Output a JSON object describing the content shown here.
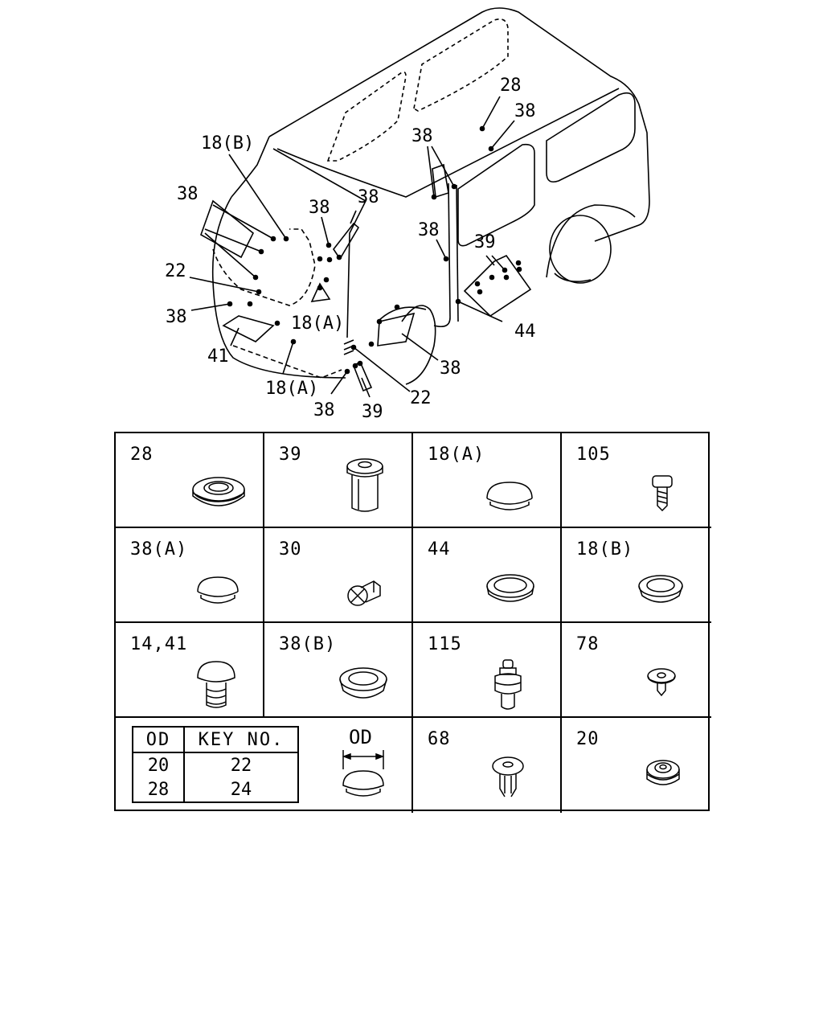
{
  "callouts": {
    "c28": "28",
    "c38_top_right": "38",
    "c38_pillar": "38",
    "c18b": "18(B)",
    "c38_left_top": "38",
    "c38_center": "38",
    "c38_center_right": "38",
    "c38_mid_pillar": "38",
    "c39_right": "39",
    "c22_left": "22",
    "c18a_center": "18(A)",
    "c38_left_mid": "38",
    "c41": "41",
    "c44": "44",
    "c38_wheel": "38",
    "c18a_bottom": "18(A)",
    "c22_bottom": "22",
    "c38_bottom": "38",
    "c39_bottom": "39"
  },
  "parts": [
    {
      "label": "28",
      "icon": "grommet-icon"
    },
    {
      "label": "39",
      "icon": "pin-clip-icon"
    },
    {
      "label": "18(A)",
      "icon": "dome-plug-icon"
    },
    {
      "label": "105",
      "icon": "screw-icon"
    },
    {
      "label": "38(A)",
      "icon": "dome-plug-icon"
    },
    {
      "label": "30",
      "icon": "cross-clip-icon"
    },
    {
      "label": "44",
      "icon": "ring-grommet-icon"
    },
    {
      "label": "18(B)",
      "icon": "ring-grommet-icon"
    },
    {
      "label": "14,41",
      "icon": "mushroom-clip-icon"
    },
    {
      "label": "38(B)",
      "icon": "ring-grommet-icon"
    },
    {
      "label": "115",
      "icon": "stud-clip-icon"
    },
    {
      "label": "78",
      "icon": "push-rivet-icon"
    },
    {
      "label": "68",
      "icon": "push-clip-icon"
    },
    {
      "label": "20",
      "icon": "grommet-icon"
    }
  ],
  "key_table": {
    "headers": [
      "OD",
      "KEY NO."
    ],
    "rows": [
      [
        "20",
        "22"
      ],
      [
        "28",
        "24"
      ]
    ],
    "od_dimension_label": "OD"
  }
}
